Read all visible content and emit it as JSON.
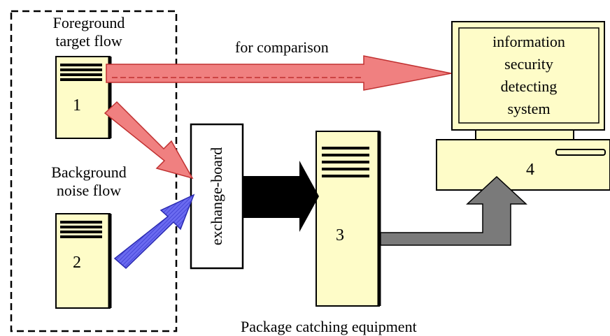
{
  "foreground": {
    "label_line1": "Foreground",
    "label_line2": "target flow",
    "server_number": "1"
  },
  "background": {
    "label_line1": "Background",
    "label_line2": "noise flow",
    "server_number": "2"
  },
  "comparison_label": "for comparison",
  "exchange_board": {
    "label": "exchange-board"
  },
  "capture_server": {
    "number": "3"
  },
  "capture_caption": "Package catching equipment",
  "detection_system": {
    "screen_lines": [
      "information",
      "security",
      "detecting",
      "system"
    ],
    "number": "4"
  },
  "colors": {
    "server_fill": "#fefcc8",
    "red_arrow": "#f08080",
    "blue_arrow": "#6666ee",
    "black_arrow": "#000000",
    "gray_arrow": "#7a7a7a"
  }
}
